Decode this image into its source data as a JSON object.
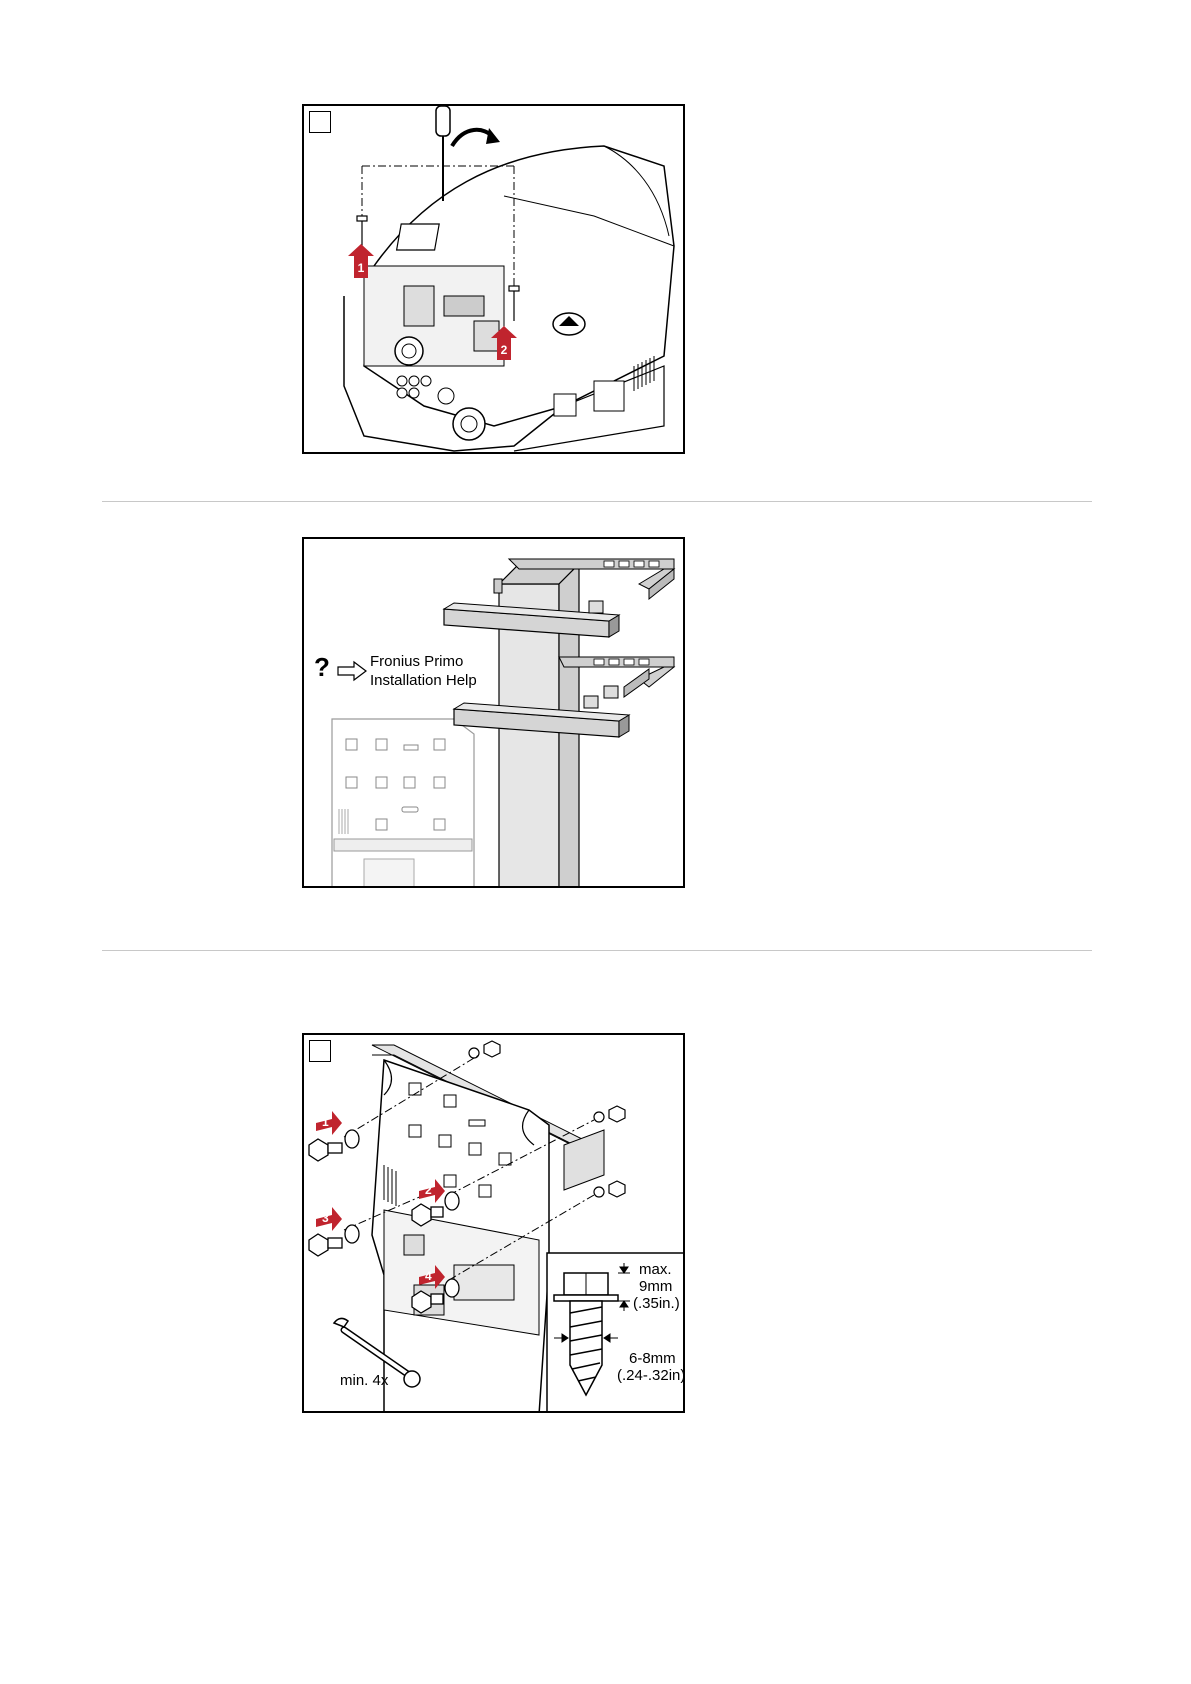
{
  "figure2": {
    "help_icon": "question-mark-icon",
    "help_line1": "Fronius Primo",
    "help_line2": "Installation Help"
  },
  "figure3": {
    "step_numbers": [
      "1",
      "2",
      "3",
      "4"
    ],
    "max_label": "max.",
    "max_value": "9mm",
    "max_inch": "(.35in.)",
    "dia_value": "6-8mm",
    "dia_inch": "(.24-.32in)",
    "quantity_label": "min. 4x"
  }
}
